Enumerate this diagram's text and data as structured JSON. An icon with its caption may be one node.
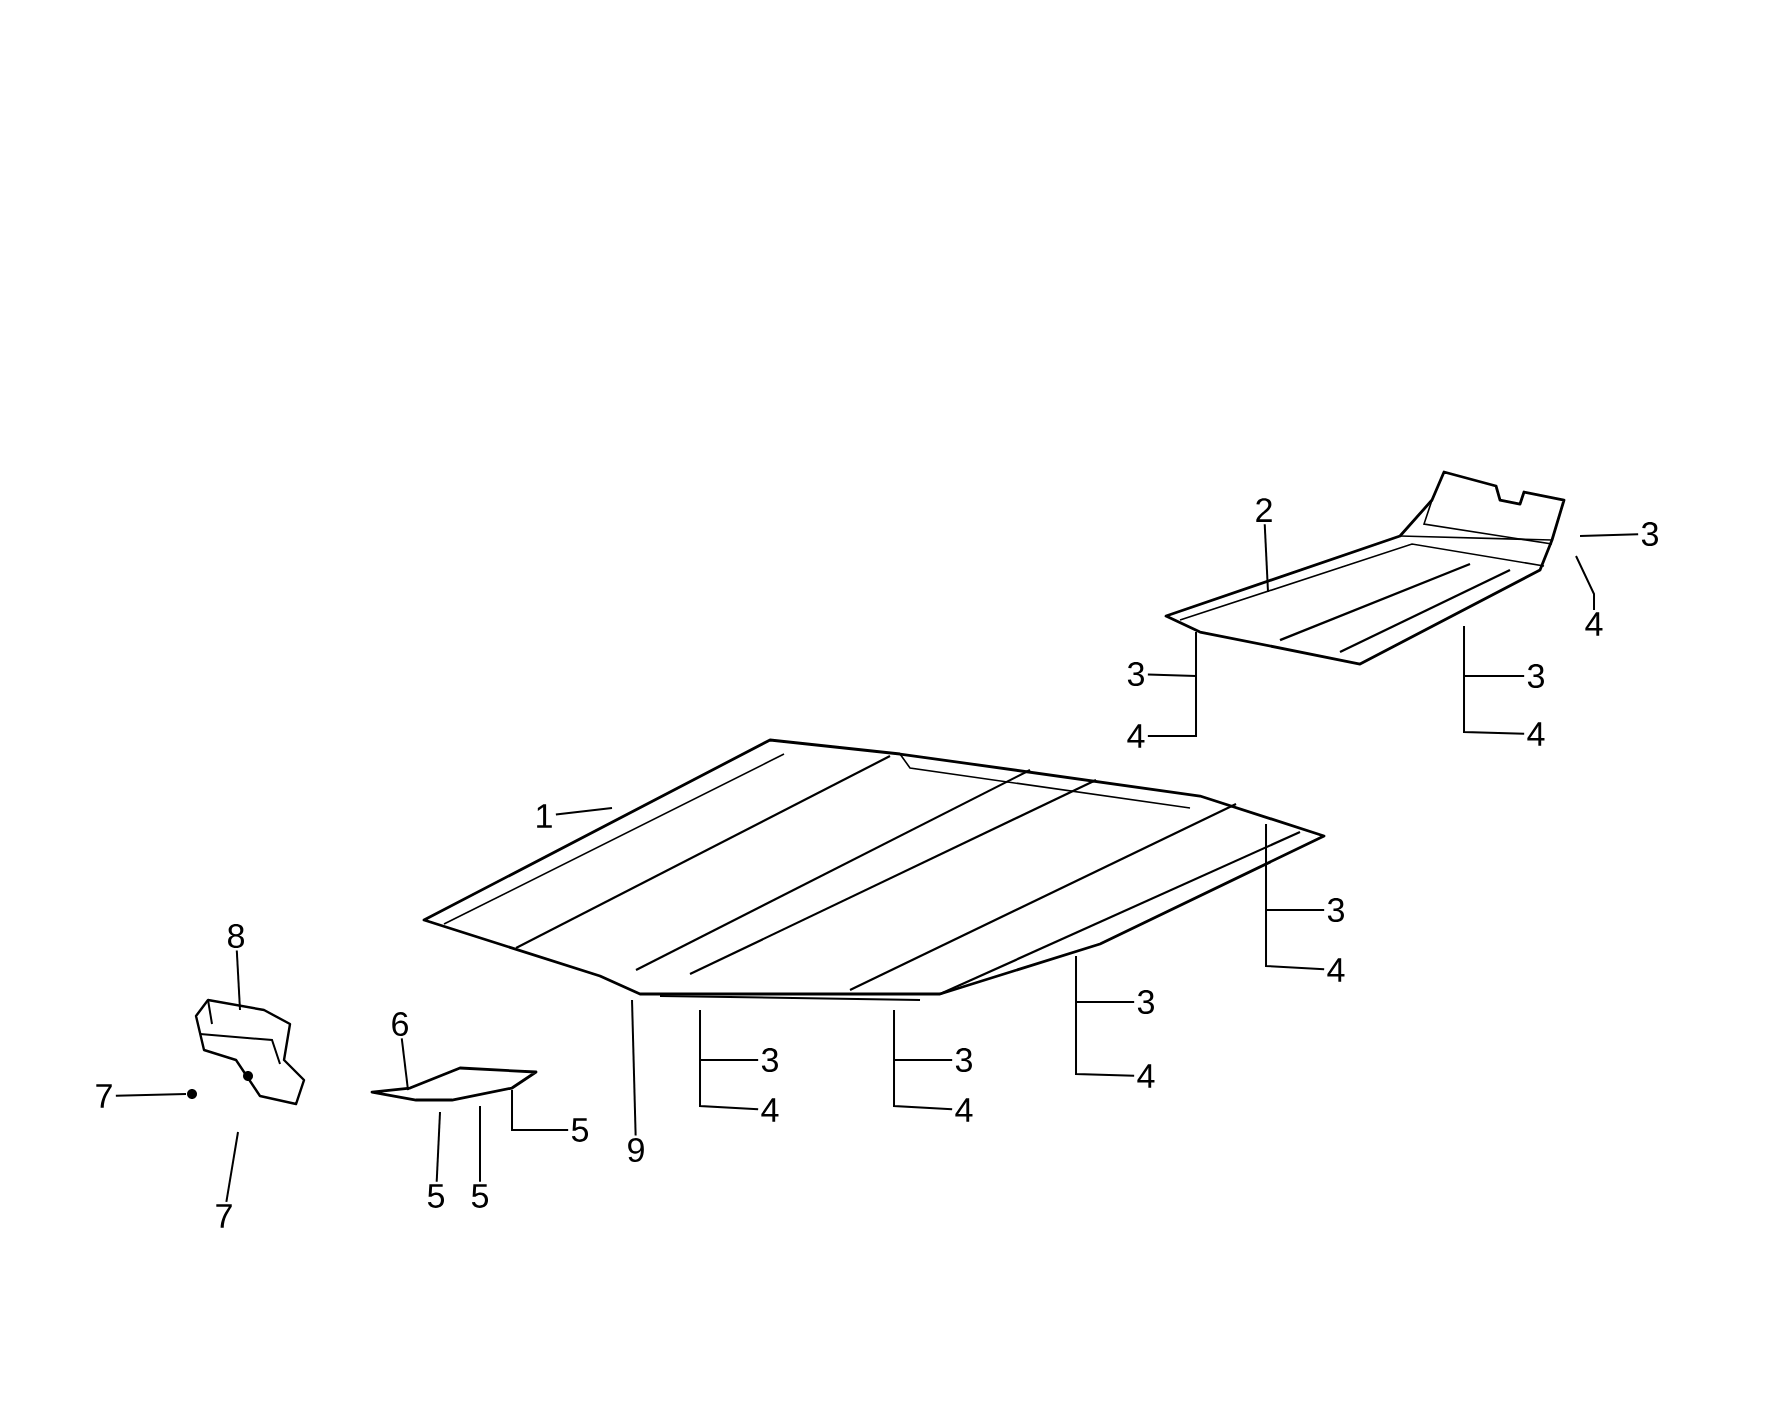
{
  "diagram": {
    "nodes": [
      {
        "text": [
          "2"
        ]
      },
      {
        "text": [
          "3"
        ]
      },
      {
        "text": [
          "4"
        ]
      },
      {
        "text": [
          "3"
        ]
      },
      {
        "text": [
          "3"
        ]
      },
      {
        "text": [
          "4"
        ]
      },
      {
        "text": [
          "4"
        ]
      },
      {
        "text": [
          "1"
        ]
      },
      {
        "text": [
          "3"
        ]
      },
      {
        "text": [
          "8"
        ]
      },
      {
        "text": [
          "4"
        ]
      },
      {
        "text": [
          "3"
        ]
      },
      {
        "text": [
          "6"
        ]
      },
      {
        "text": [
          "3"
        ]
      },
      {
        "text": [
          "3"
        ]
      },
      {
        "text": [
          "4"
        ]
      },
      {
        "text": [
          "7"
        ]
      },
      {
        "text": [
          "4"
        ]
      },
      {
        "text": [
          "4"
        ]
      },
      {
        "text": [
          "5"
        ]
      },
      {
        "text": [
          "9"
        ]
      },
      {
        "text": [
          "5"
        ]
      },
      {
        "text": [
          "5"
        ]
      },
      {
        "text": [
          "7"
        ]
      },
      {
        "text": [],
        "shape": "picture"
      },
      {
        "text": [],
        "shape": "picture"
      },
      {
        "text": [],
        "shape": "picture"
      },
      {
        "text": [],
        "shape": "picture"
      }
    ],
    "edges": [
      {
        "from": 0,
        "to": 24,
        "arrow": "none"
      },
      {
        "from": 1,
        "to": 24,
        "arrow": "none"
      },
      {
        "from": 2,
        "to": 24,
        "arrow": "none"
      },
      {
        "from": 3,
        "to": null,
        "arrow": "none"
      },
      {
        "from": 4,
        "to": null,
        "arrow": "none"
      },
      {
        "from": 5,
        "to": 24,
        "arrow": "none"
      },
      {
        "from": 6,
        "to": 24,
        "arrow": "none"
      },
      {
        "from": 7,
        "to": 25,
        "arrow": "none"
      },
      {
        "from": 8,
        "to": null,
        "arrow": "none"
      },
      {
        "from": 9,
        "to": 26,
        "arrow": "none"
      },
      {
        "from": 10,
        "to": 25,
        "arrow": "none"
      },
      {
        "from": 11,
        "to": null,
        "arrow": "none"
      },
      {
        "from": 12,
        "to": 27,
        "arrow": "none"
      },
      {
        "from": 13,
        "to": null,
        "arrow": "none"
      },
      {
        "from": 14,
        "to": null,
        "arrow": "none"
      },
      {
        "from": 15,
        "to": 25,
        "arrow": "none"
      },
      {
        "from": 16,
        "to": 26,
        "arrow": "none"
      },
      {
        "from": 17,
        "to": 25,
        "arrow": "none"
      },
      {
        "from": 18,
        "to": 25,
        "arrow": "none"
      },
      {
        "from": 19,
        "to": 27,
        "arrow": "none"
      },
      {
        "from": 20,
        "to": 25,
        "arrow": "none"
      },
      {
        "from": 21,
        "to": 27,
        "arrow": "none"
      },
      {
        "from": 22,
        "to": 27,
        "arrow": "none"
      },
      {
        "from": 23,
        "to": 26,
        "arrow": "none"
      }
    ]
  }
}
